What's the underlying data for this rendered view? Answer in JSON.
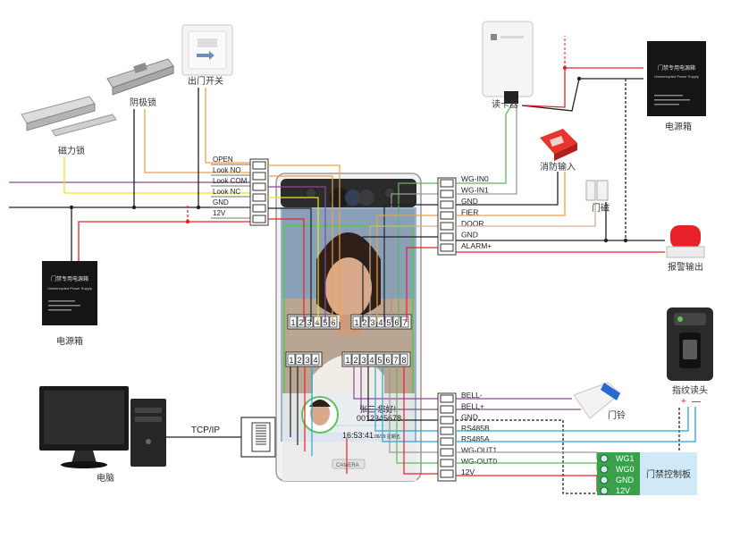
{
  "devices": {
    "exit_button": "出门开关",
    "electric_strike": "阴极锁",
    "magnetic_lock": "磁力锁",
    "power_supply_left": "电源箱",
    "power_supply_right": "电源箱",
    "psu_label_title": "门禁专用电源箱",
    "psu_label_subtitle": "Uninterrupted Power Supply",
    "card_reader": "读卡器",
    "fire_input": "消防输入",
    "door_sensor": "门磁",
    "alarm_output": "报警输出",
    "fingerprint_reader": "指纹读头",
    "doorbell": "门铃",
    "computer": "电脑",
    "access_controller": "门禁控制板"
  },
  "left_terminals": [
    "OPEN",
    "Look NO",
    "Look COM",
    "Look NC",
    "GND",
    "12V"
  ],
  "right_terminals_top": [
    "WG-IN0",
    "WG-IN1",
    "GND",
    "FIER",
    "DOOR",
    "GND",
    "ALARM+"
  ],
  "right_terminals_bottom": [
    "BELL-",
    "BELL+",
    "GND",
    "RS485B",
    "RS485A",
    "WG-OUT1",
    "WG-OUT0",
    "12V"
  ],
  "controller_terminals": [
    "WG1",
    "WG0",
    "GND",
    "12V"
  ],
  "network_label": "TCP/IP",
  "fingerprint_polarity": [
    "+",
    "—"
  ],
  "panel": {
    "connector_a": [
      "1",
      "2",
      "3",
      "4",
      "5",
      "6"
    ],
    "connector_b": [
      "1",
      "2",
      "3",
      "4",
      "5",
      "6",
      "7"
    ],
    "connector_c": [
      "1",
      "2",
      "3",
      "4"
    ],
    "connector_d": [
      "1",
      "2",
      "3",
      "4",
      "5",
      "6",
      "7",
      "8"
    ],
    "greeting": "张三 您好!",
    "user_id": "0012345678",
    "clock": "16:53:41",
    "date": "06/19 星期五",
    "brand_mark": "CAMERA"
  },
  "colors": {
    "red": "#e8202a",
    "black": "#222222",
    "yellow": "#f2e21b",
    "orange": "#f0a040",
    "purple": "#8a4a8e",
    "blue": "#2aa4d8",
    "green": "#5cb85c",
    "controller_green": "#3aa14a",
    "controller_bg": "#cfe9f6",
    "gray": "#9a9a9a"
  }
}
